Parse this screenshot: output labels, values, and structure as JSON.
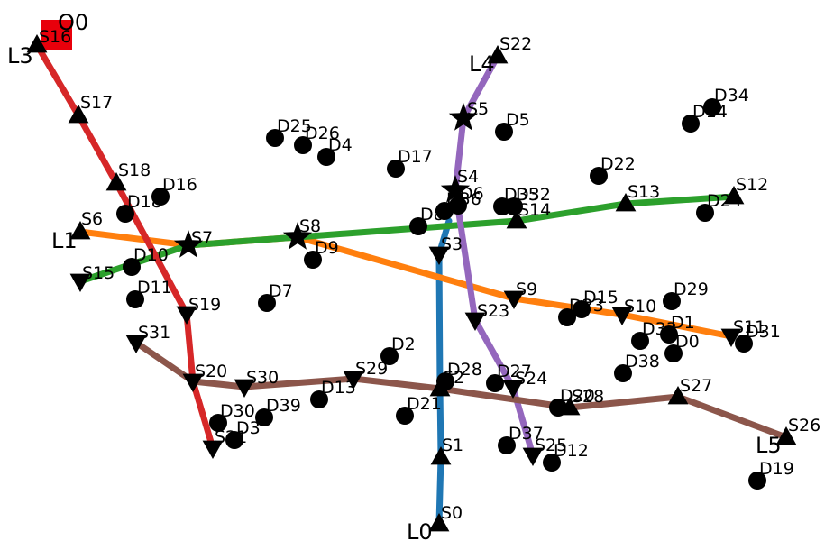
{
  "diagram": {
    "lines": [
      {
        "name": "L0",
        "color": "#1f77b4",
        "stops": [
          "S0",
          "S1",
          "S2",
          "S3"
        ]
      },
      {
        "name": "L1",
        "color": "#ff7f0e",
        "stops": [
          "S6",
          "S7",
          "S8",
          "S9",
          "S10",
          "S11"
        ]
      },
      {
        "name": "L2",
        "color": "#2ca02c",
        "stops": [
          "S15",
          "S7",
          "S8",
          "S14",
          "S13",
          "S12"
        ]
      },
      {
        "name": "L3",
        "color": "#d62728",
        "stops": [
          "S16",
          "S17",
          "S18",
          "S19",
          "S20",
          "S21"
        ]
      },
      {
        "name": "L4",
        "color": "#9467bd",
        "stops": [
          "S22",
          "S5",
          "S4",
          "S23",
          "S24",
          "S25"
        ]
      },
      {
        "name": "L5",
        "color": "#8c564b",
        "stops": [
          "S31",
          "S20",
          "S30",
          "S29",
          "S2",
          "S28",
          "S27",
          "S26"
        ]
      }
    ],
    "line_labels": [
      {
        "text": "L0",
        "at": "S0"
      },
      {
        "text": "L1",
        "at": "S6"
      },
      {
        "text": "L3",
        "at": "S16"
      },
      {
        "text": "L4",
        "at": "S22"
      },
      {
        "text": "L5",
        "at": "S26"
      }
    ],
    "origin": {
      "name": "O0",
      "color": "#e8000b",
      "at": "S16"
    },
    "stations": [
      {
        "name": "S0",
        "marker": "triangle-up"
      },
      {
        "name": "S1",
        "marker": "triangle-up"
      },
      {
        "name": "S2",
        "marker": "triangle-up"
      },
      {
        "name": "S3",
        "marker": "triangle-down"
      },
      {
        "name": "S4",
        "marker": "star"
      },
      {
        "name": "S5",
        "marker": "star"
      },
      {
        "name": "S6",
        "marker": "triangle-up"
      },
      {
        "name": "S7",
        "marker": "star"
      },
      {
        "name": "S8",
        "marker": "star"
      },
      {
        "name": "S9",
        "marker": "triangle-down"
      },
      {
        "name": "S10",
        "marker": "triangle-down"
      },
      {
        "name": "S11",
        "marker": "triangle-down"
      },
      {
        "name": "S12",
        "marker": "triangle-up"
      },
      {
        "name": "S13",
        "marker": "triangle-up"
      },
      {
        "name": "S14",
        "marker": "triangle-up"
      },
      {
        "name": "S15",
        "marker": "triangle-down"
      },
      {
        "name": "S16",
        "marker": "triangle-up"
      },
      {
        "name": "S17",
        "marker": "triangle-up"
      },
      {
        "name": "S18",
        "marker": "triangle-up"
      },
      {
        "name": "S19",
        "marker": "triangle-down"
      },
      {
        "name": "S20",
        "marker": "triangle-down"
      },
      {
        "name": "S21",
        "marker": "triangle-down"
      },
      {
        "name": "S22",
        "marker": "triangle-up"
      },
      {
        "name": "S23",
        "marker": "triangle-down"
      },
      {
        "name": "S24",
        "marker": "triangle-down"
      },
      {
        "name": "S25",
        "marker": "triangle-down"
      },
      {
        "name": "S26",
        "marker": "triangle-up"
      },
      {
        "name": "S27",
        "marker": "triangle-up"
      },
      {
        "name": "S28",
        "marker": "triangle-up"
      },
      {
        "name": "S29",
        "marker": "triangle-down"
      },
      {
        "name": "S30",
        "marker": "triangle-down"
      },
      {
        "name": "S31",
        "marker": "triangle-down"
      }
    ],
    "destinations": [
      "D0",
      "D1",
      "D2",
      "D3",
      "D4",
      "D5",
      "D6",
      "D7",
      "D8",
      "D9",
      "D10",
      "D11",
      "D12",
      "D13",
      "D14",
      "D15",
      "D16",
      "D17",
      "D18",
      "D19",
      "D20",
      "D21",
      "D22",
      "D23",
      "D24",
      "D25",
      "D26",
      "D27",
      "D28",
      "D29",
      "D30",
      "D31",
      "D32",
      "D33",
      "D34",
      "D35",
      "D36",
      "D37",
      "D38",
      "D39"
    ]
  }
}
